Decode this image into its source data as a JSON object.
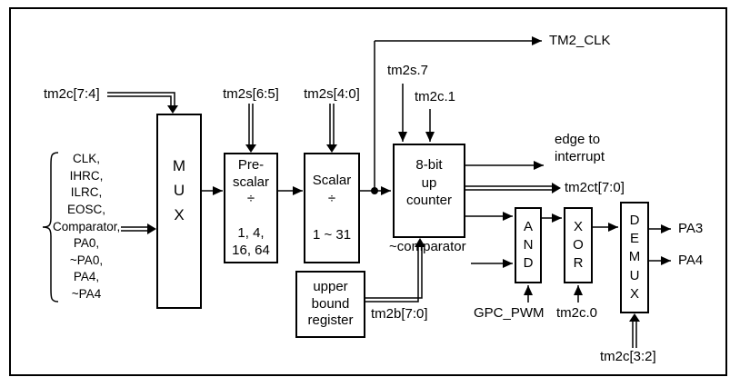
{
  "diagram": {
    "blocks": {
      "mux": "M\nU\nX",
      "prescaler": "Pre-\nscalar\n÷\n\n1, 4,\n16, 64",
      "scalar": "Scalar\n÷\n\n1 ~ 31",
      "counter": "8-bit\nup\ncounter",
      "upper_bound_register": "upper\nbound\nregister",
      "and_gate": "A\nN\nD",
      "xor_gate": "X\nO\nR",
      "demux": "D\nE\nM\nU\nX"
    },
    "signals": {
      "clock_sources": "CLK,\nIHRC,\nILRC,\nEOSC,\nComparator,\nPA0,\n~PA0,\nPA4,\n~PA4",
      "tm2c_74": "tm2c[7:4]",
      "tm2s_65": "tm2s[6:5]",
      "tm2s_40": "tm2s[4:0]",
      "tm2s_7": "tm2s.7",
      "tm2c_1": "tm2c.1",
      "tm2_clk": "TM2_CLK",
      "edge_to_interrupt": "edge to\ninterrupt",
      "tm2ct_70": "tm2ct[7:0]",
      "comparator_inv": "~comparator",
      "tm2b_70": "tm2b[7:0]",
      "gpc_pwm": "GPC_PWM",
      "tm2c_0": "tm2c.0",
      "tm2c_32": "tm2c[3:2]",
      "pa3": "PA3",
      "pa4": "PA4"
    },
    "colors": {
      "stroke": "#000000",
      "background": "#ffffff"
    }
  }
}
